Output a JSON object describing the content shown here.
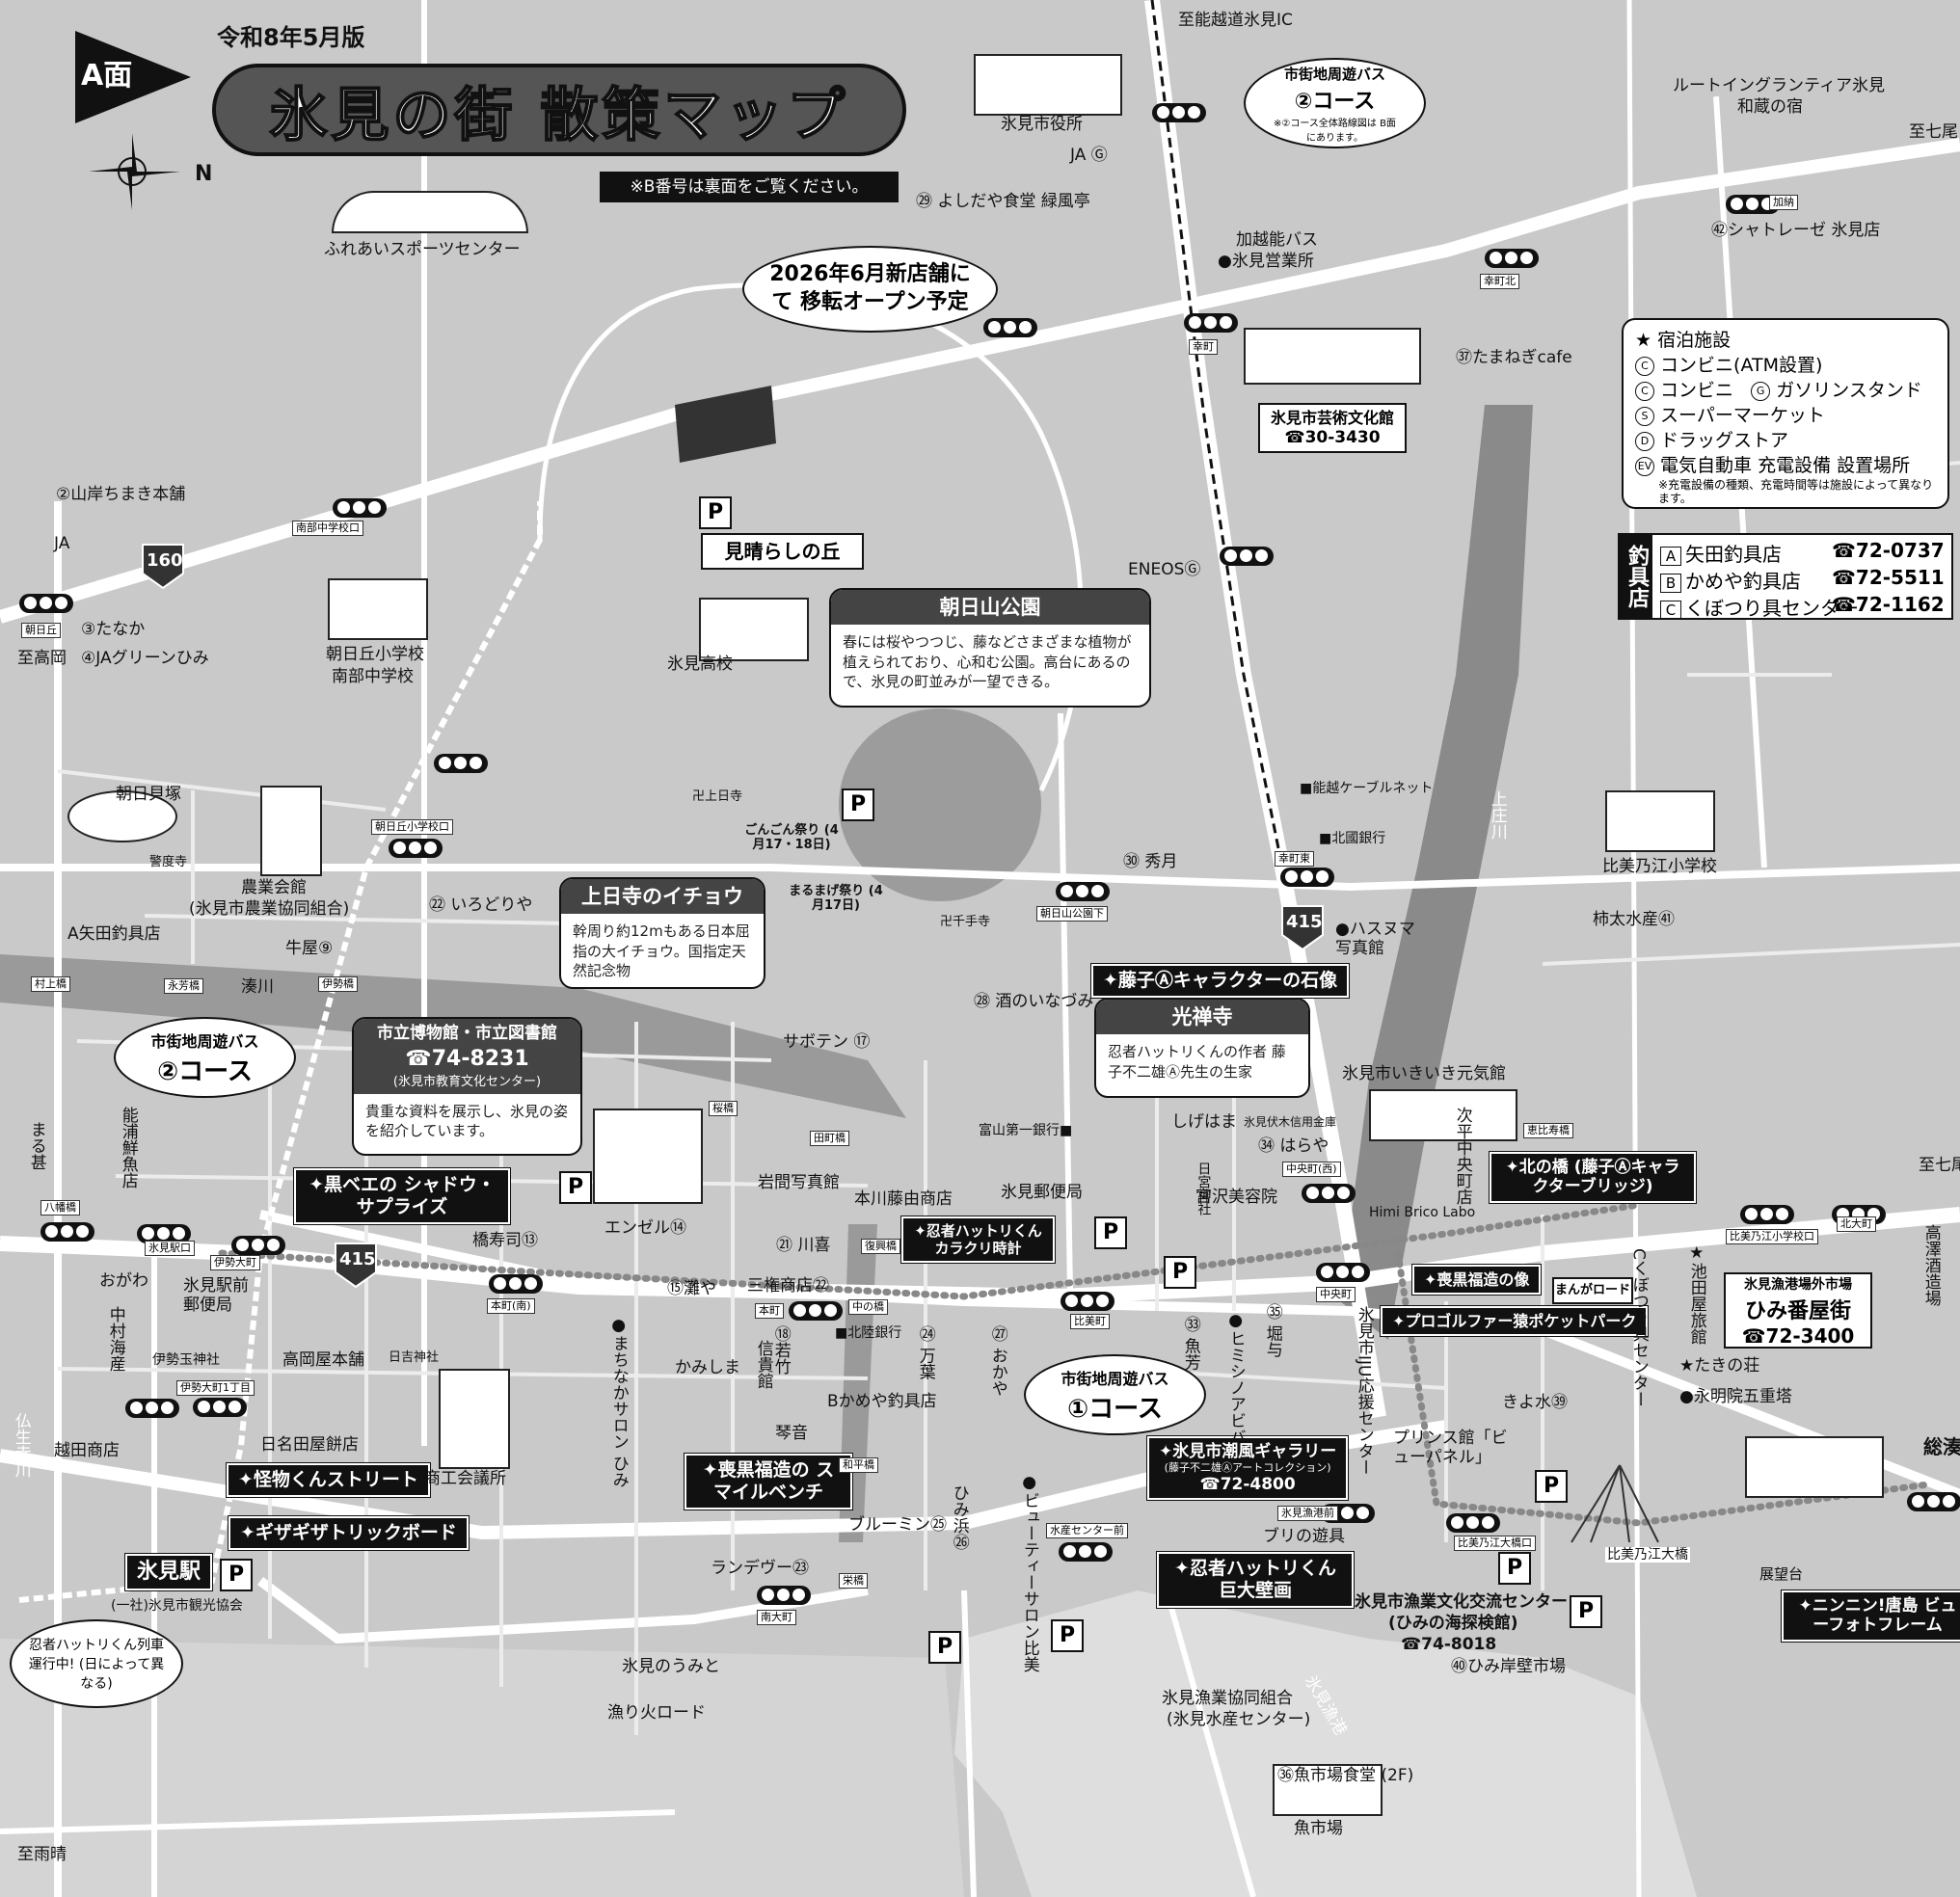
{
  "header": {
    "side_label": "A面",
    "edition": "令和8年5月版",
    "title": "氷見の街 散策マップ",
    "subtitle": "※B番号は裏面をご覧ください。",
    "compass_n": "N"
  },
  "legend": {
    "star": "★ 宿泊施設",
    "conv_atm": "コンビニ(ATM設置)",
    "conv": "コンビニ",
    "gas": "ガソリンスタンド",
    "super": "スーパーマーケット",
    "drug": "ドラッグストア",
    "ev": "電気自動車 充電設備 設置場所",
    "note": "※充電設備の種類、充電時間等は施設によって異なります。",
    "sym_c_atm": "C",
    "sym_c": "C",
    "sym_g": "G",
    "sym_s": "S",
    "sym_d": "D",
    "sym_ev": "EV"
  },
  "tackle_shops": {
    "tag": "釣具店",
    "rows": [
      {
        "key": "A",
        "name": "矢田釣具店",
        "tel": "☎72-0737"
      },
      {
        "key": "B",
        "name": "かめや釣具店",
        "tel": "☎72-5511"
      },
      {
        "key": "C",
        "name": "くぼつり具センター",
        "tel": "☎72-1162"
      }
    ]
  },
  "bus": {
    "course2_top": {
      "title": "市街地周遊バス",
      "course": "②コース",
      "note": "※②コース全体路線図は B面にあります。"
    },
    "course2_left": {
      "title": "市街地周遊バス",
      "course": "②コース"
    },
    "course1": {
      "title": "市街地周遊バス",
      "course": "①コース"
    }
  },
  "callouts": {
    "new_store": "2026年6月新店舗にて 移転オープン予定",
    "asahiyama": {
      "title": "朝日山公園",
      "body": "春には桜やつつじ、藤などさまざまな植物が植えられており、心和む公園。高台にあるので、氷見の町並みが一望できる。"
    },
    "ichou": {
      "title": "上日寺のイチョウ",
      "body": "幹周り約12mもある日本屈指の大イチョウ。国指定天然記念物"
    },
    "museum": {
      "title": "市立博物館・市立図書館",
      "tel": "☎74-8231",
      "sub": "(氷見市教育文化センター)",
      "body": "貴重な資料を展示し、氷見の姿を紹介しています。"
    },
    "kozenji": {
      "title": "光禅寺",
      "body": "忍者ハットリくんの作者 藤子不二雄Ⓐ先生の生家"
    },
    "train": "忍者ハットリくん列車 運行中! (日によって異なる)"
  },
  "black_labels": {
    "kurobee": "✦黒ベエの シャドウ・サプライズ",
    "fujiko_statue": "✦藤子Ⓐキャラクターの石像",
    "karakuri": "✦忍者ハットリくん カラクリ時計",
    "kitanohashi": "✦北の橋 (藤子Ⓐキャラクターブリッジ)",
    "moguro_statue": "✦喪黒福造の像",
    "progolfer": "✦プロゴルファー猿ポケットパーク",
    "smile_bench": "✦喪黒福造の スマイルベンチ",
    "shioka": "✦氷見市潮風ギャラリー",
    "shioka_sub": "(藤子不二雄Ⓐアートコレクション)",
    "shioka_tel": "☎72-4800",
    "kaibutsu": "✦怪物くんストリート",
    "gizagiza": "✦ギザギザトリックボード",
    "hattori_mural": "✦忍者ハットリくん 巨大壁画",
    "ninnin": "✦ニンニン!唐島 ビューフォトフレーム",
    "himi_station": "氷見駅",
    "himibanya": {
      "title": "氷見漁港場外市場",
      "name": "ひみ番屋街",
      "tel": "☎72-3400"
    },
    "performing": {
      "name": "氷見市芸術文化館",
      "tel": "☎30-3430"
    }
  },
  "labels": {
    "to_noetsu": "至能越道氷見IC",
    "shiyakusho": "氷見市役所",
    "ja_g": "JA Ⓖ",
    "yoshidaya": "㉙ よしだや食堂 緑風亭",
    "sports": "ふれあいスポーツセンター",
    "kaetsuno": "加越能バス",
    "kaetsuno2": "●氷見営業所",
    "route_inn": "ルートイングランティア氷見",
    "wakura": "和蔵の宿",
    "to_nanao": "至七尾",
    "chateraise": "㊷シャトレーゼ 氷見店",
    "tamanegi": "㊲たまねぎcafe",
    "yamagishi": "②山岸ちまき本舗",
    "ja": "JA",
    "tanaka": "③たなか",
    "ja_green": "④JAグリーンひみ",
    "to_takaoka": "至高岡",
    "asahigaoka_school": "朝日丘小学校",
    "nanbu_school": "南部中学校",
    "himi_high": "氷見高校",
    "miharashi": "見晴らしの丘",
    "asahi_kaizuka": "朝日貝塚",
    "nogyo": "農業会館",
    "nogyo_sub": "(氷見市農業協同組合)",
    "keigoji": "警度寺",
    "irodoriya": "㉒ いろどりや",
    "yata": "A矢田釣具店",
    "ushiya": "牛屋⑨",
    "minatogawa": "湊川",
    "jonichiji": "卍上日寺",
    "gongon": "ごんごん祭り (4月17・18日)",
    "mamage": "まるまげ祭り (4月17日)",
    "senjuji": "卍千手寺",
    "sakaya": "㉘ 酒のいなづみ",
    "saboten": "サボテン ⑰",
    "eneos": "ENEOSⒼ",
    "noetsu_cable": "■能越ケーブルネット",
    "hokkoku": "■北國銀行",
    "hide": "㉚ 秀月",
    "hasunuma": "●ハスヌマ 写真館",
    "hatta": "比美乃江小学校",
    "kakita": "柿太水産㊶",
    "kamisho": "上庄川",
    "ikiiki": "氷見市いきいき元気館",
    "shigehama": "しげはま",
    "harara": "㉞ はらや",
    "fushiki": "氷見伏木信用金庫",
    "toyama1": "富山第一銀行■",
    "yubinkyoku": "氷見郵便局",
    "iwama": "岩間写真館",
    "motokawa": "本川藤由商店",
    "angel": "エンゼル⑭",
    "kawaki": "㉑ 川喜",
    "hashijushi": "橋寿司⑬",
    "nada": "⑮灘や",
    "sangen": "三権商店㉒",
    "wakatake": "⑱若竹",
    "shinkikan": "信貴館",
    "kotone": "琴音",
    "hokuriku": "■北陸銀行",
    "banyo": "㉔ 万葉",
    "okaya": "㉗ おかや",
    "kameya": "Bかめや釣具店",
    "kamishima": "かみしま",
    "machinaka": "●まちなかサロン ひみ",
    "takaoka_honpo": "高岡屋本舗",
    "hiyoshi": "日吉神社",
    "hinade": "日名田屋餅店",
    "shoko": "商工会議所",
    "echida": "越田商店",
    "himi_post": "氷見駅前郵便局",
    "ogawa": "おがわ",
    "nakamura": "中村海産",
    "noura": "能浦鮮魚店",
    "marutoku": "まる甚",
    "ise": "伊勢玉神社",
    "kanko": "(一社)氷見市観光協会",
    "blumin": "ブルーミン㉕",
    "himihama": "ひみ浜㉖",
    "beauty": "●ビューティーサロン比美",
    "landevu": "ランデヴー㉓",
    "uminoto": "氷見のうみと",
    "isaribi": "漁り火ロード",
    "to_amaharashi": "至雨晴",
    "himinohikari": "●ヒミシノアビバ",
    "uokichi": "㉝ 魚芳",
    "horiyo": "㉟ 堀与",
    "ouen": "氷見市IJU応援センター",
    "miyazawa": "宮沢美容院",
    "hinomiya": "日宮神社",
    "himi_brico": "Himi Brico Labo",
    "tsugidaira": "次平中央町店",
    "ikedaya": "★池田屋旅館",
    "takinoso": "★たきの荘",
    "eimei": "●永明院五重塔",
    "takazawa": "高澤酒造場",
    "kiyomizu": "きよ水㊴",
    "prince": "プリンス館「ビューパネル」",
    "buri": "ブリの遊具",
    "gyogyo_center": "氷見市漁業文化交流センター",
    "gyogyo_sub": "(ひみの海探検館)",
    "gyogyo_tel": "☎74-8018",
    "ganpeki": "㊵ひみ岸壁市場",
    "kyodo": "氷見漁業協同組合",
    "kyodo_sub": "(氷見水産センター)",
    "shijo": "㊱魚市場食堂 (2F)",
    "uoichiba": "魚市場",
    "himi_gyoko": "氷見漁港",
    "hibimino_bridge": "比美乃江大橋",
    "tenbodai": "展望台",
    "sogo": "総湊",
    "to_nanao2": "至七尾",
    "manga_road": "まんがロード",
    "jinmachi": "仏生寺川",
    "kuboturi": "Cくぼつり具センター"
  },
  "intersections": {
    "asahi": "朝日丘",
    "nanbu": "南部中学校口",
    "asahi_school": "朝日丘小学校口",
    "murakami": "村上橋",
    "eiho": "永芳橋",
    "ise": "伊勢橋",
    "hachiman": "八幡橋",
    "ekiguchi": "氷見駅口",
    "ise_omachi": "伊勢大町",
    "ise_1": "伊勢大町1丁目",
    "honmachi_s": "本町(南)",
    "honmachi": "本町",
    "nakanohashi": "中の橋",
    "hibimachi": "比美町",
    "asahiyama_shita": "朝日山公園下",
    "saiwai": "幸町",
    "saiwai_kita": "幸町北",
    "kanou": "加納",
    "saiwai_e": "幸町東",
    "chuo_w": "中央町(西)",
    "chuo": "中央町",
    "hibimino_kita": "比美乃江大橋口",
    "suisan": "水産センター前",
    "shiominami": "南大町",
    "eiga": "栄橋",
    "tamon": "田町橋",
    "sakura": "桜橋",
    "fukko": "復興橋",
    "nakanohashi2": "中の橋",
    "wahei": "和平橋",
    "ebisu": "恵比寿橋",
    "kita_omachi": "北大町",
    "hibimino_school": "比美乃江小学校口",
    "himi_gyoko_mae": "氷見漁港前"
  },
  "routes": {
    "r160": "160",
    "r415a": "415",
    "r415b": "415"
  }
}
